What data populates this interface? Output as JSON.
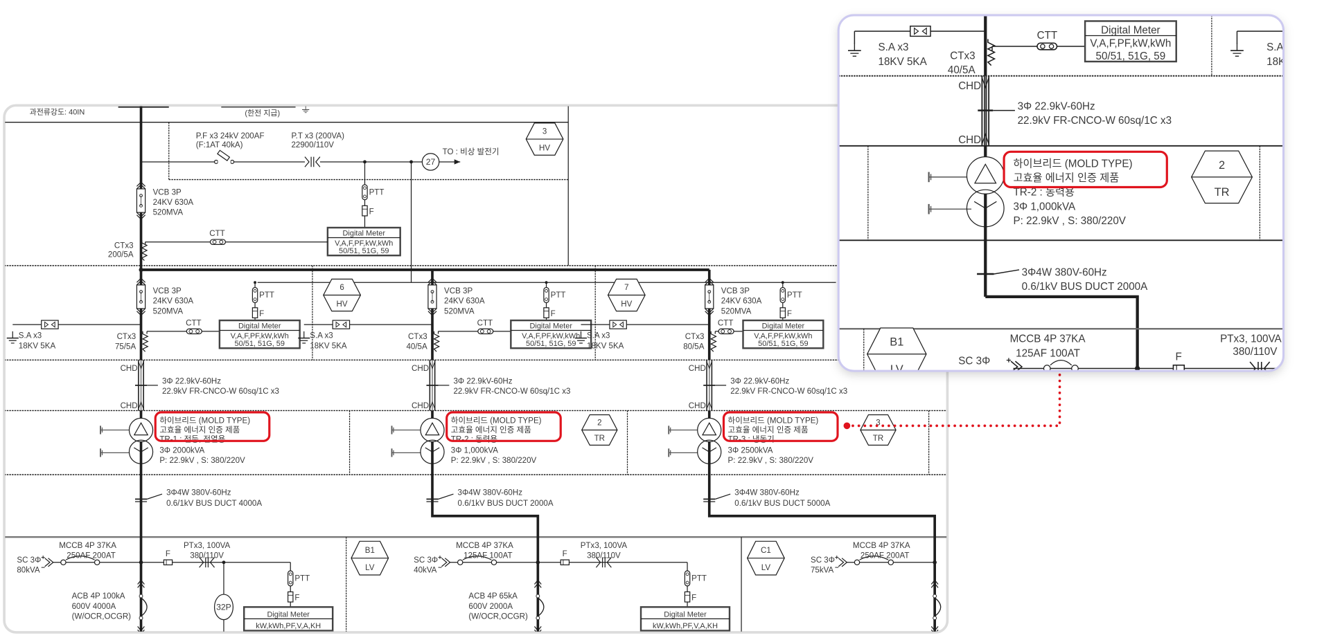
{
  "header": {
    "fault_rating": "과전류강도: 40IN",
    "supplied_by": "(한전 지급)"
  },
  "incoming": {
    "pf": "P.F x3  24kV 200AF",
    "pf_fuse": "(F:1AT 40kA)",
    "pt": "P.T x3 (200VA)",
    "pt_ratio": "22900/110V",
    "relay": "27",
    "to": "TO : 비상 발전기",
    "panel": {
      "num": "3",
      "type": "HV"
    },
    "vcb": [
      "VCB 3P",
      "24KV 630A",
      "520MVA"
    ],
    "ptt": "PTT",
    "fuse": "F",
    "ctt": "CTT",
    "ct": [
      "CTx3",
      "200/5A"
    ],
    "meter": {
      "title": "Digital Meter",
      "line1": "V,A,F,PF,kW,kWh",
      "line2": "50/51, 51G, 59"
    }
  },
  "feeders": [
    {
      "vcb": [
        "VCB 3P",
        "24KV 630A",
        "520MVA"
      ],
      "sa": [
        "S.A x3",
        "18KV 5KA"
      ],
      "ct": [
        "CTx3",
        "75/5A"
      ],
      "ctt": "CTT",
      "ptt": "PTT",
      "fuse": "F",
      "meter": {
        "title": "Digital Meter",
        "line1": "V,A,F,PF,kW,kWh",
        "line2": "50/51, 51G, 59"
      }
    },
    {
      "vcb": [
        "VCB 3P",
        "24KV 630A",
        "520MVA"
      ],
      "sa": [
        "S.A x3",
        "18KV 5KA"
      ],
      "ct": [
        "CTx3",
        "40/5A"
      ],
      "ctt": "CTT",
      "ptt": "PTT",
      "fuse": "F",
      "meter": {
        "title": "Digital Meter",
        "line1": "V,A,F,PF,kW,kWh",
        "line2": "50/51, 51G, 59"
      }
    },
    {
      "vcb": [
        "VCB 3P",
        "24KV 630A",
        "520MVA"
      ],
      "sa": [
        "S.A x3",
        "18KV 5KA"
      ],
      "ct": [
        "CTx3",
        "80/5A"
      ],
      "ctt": "CTT",
      "ptt": "PTT",
      "fuse": "F",
      "meter": {
        "title": "Digital Meter",
        "line1": "V,A,F,PF,kW,kWh",
        "line2": "50/51, 51G, 59"
      }
    }
  ],
  "hv_panels": [
    {
      "num": "6",
      "type": "HV"
    },
    {
      "num": "7",
      "type": "HV"
    }
  ],
  "cables": {
    "chd": "CHD",
    "line1": "3Φ 22.9kV-60Hz",
    "line2": "22.9kV FR-CNCO-W 60sq/1C x3"
  },
  "transformers": [
    {
      "highlight1": "하이브리드 (MOLD TYPE)",
      "highlight2": "고효율 에너지 인증 제품",
      "name": "TR-1 : 전등, 전열용",
      "capacity": "3Φ 2000kVA",
      "voltage": "P: 22.9kV , S: 380/220V"
    },
    {
      "highlight1": "하이브리드 (MOLD TYPE)",
      "highlight2": "고효율 에너지 인증 제품",
      "name": "TR-2 : 동력용",
      "capacity": "3Φ 1,000kVA",
      "voltage": "P: 22.9kV , S: 380/220V"
    },
    {
      "highlight1": "하이브리드 (MOLD TYPE)",
      "highlight2": "고효율 에너지 인증 제품",
      "name": "TR-3 : 냉동기",
      "capacity": "3Φ 2500kVA",
      "voltage": "P: 22.9kV , S: 380/220V"
    }
  ],
  "tr_panels": [
    {
      "num": "2",
      "type": "TR"
    },
    {
      "num": "3",
      "type": "TR"
    }
  ],
  "busducts": [
    {
      "line1": "3Φ4W 380V-60Hz",
      "line2": "0.6/1kV BUS DUCT 4000A"
    },
    {
      "line1": "3Φ4W 380V-60Hz",
      "line2": "0.6/1kV BUS DUCT 2000A"
    },
    {
      "line1": "3Φ4W 380V-60Hz",
      "line2": "0.6/1kV BUS DUCT 5000A"
    }
  ],
  "lv": [
    {
      "sc": [
        "SC 3Φ",
        "80kVA"
      ],
      "mccb": [
        "MCCB 4P 37KA",
        "250AF 200AT"
      ],
      "fuse": "F",
      "pt": [
        "PTx3, 100VA",
        "380/110V"
      ],
      "relay": "32P",
      "ptt": "PTT",
      "acb": [
        "ACB 4P 100kA",
        "600V 4000A",
        "(W/OCR,OCGR)"
      ],
      "meter": {
        "title": "Digital Meter",
        "line1": "kW,kWh,PF,V,A,KH"
      }
    },
    {
      "sc": [
        "SC 3Φ",
        "40kVA"
      ],
      "mccb": [
        "MCCB 4P 37KA",
        "125AF 100AT"
      ],
      "fuse": "F",
      "pt": [
        "PTx3, 100VA",
        "380/110V"
      ],
      "ptt": "PTT",
      "acb": [
        "ACB 4P 65kA",
        "600V 2000A",
        "(W/OCR,OCGR)"
      ],
      "meter": {
        "title": "Digital Meter",
        "line1": "kW,kWh,PF,V,A,KH"
      }
    },
    {
      "sc": [
        "SC 3Φ",
        "75kVA"
      ],
      "mccb": [
        "MCCB 4P 37KA",
        "250AF 200AT"
      ]
    }
  ],
  "lv_panels": [
    {
      "num": "B1",
      "type": "LV"
    },
    {
      "num": "C1",
      "type": "LV"
    }
  ],
  "colors": {
    "highlight": "#e0141e",
    "callout_border": "#cdcaf0",
    "frame_border": "#dcdcdc",
    "line": "#1e1e1e",
    "text": "#3a3a3a"
  }
}
